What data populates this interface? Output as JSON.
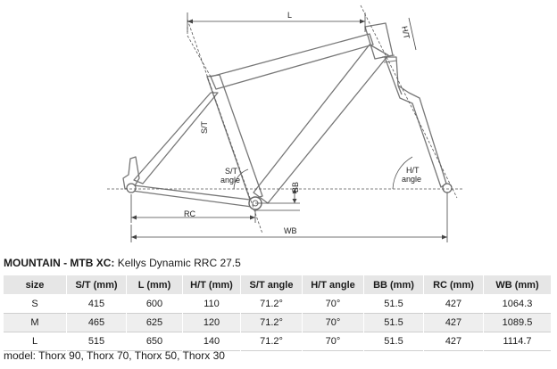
{
  "diagram": {
    "labels": {
      "L": "L",
      "HT": "H/T",
      "ST": "S/T",
      "ST_angle_1": "S/T",
      "ST_angle_2": "angle",
      "HT_angle_1": "H/T",
      "HT_angle_2": "angle",
      "BB": "BB",
      "RC": "RC",
      "WB": "WB"
    }
  },
  "title": {
    "bold": "MOUNTAIN - MTB XC:",
    "rest": " Kellys Dynamic RRC 27.5"
  },
  "table": {
    "headers": [
      "size",
      "S/T (mm)",
      "L (mm)",
      "H/T (mm)",
      "S/T angle",
      "H/T angle",
      "BB (mm)",
      "RC (mm)",
      "WB (mm)"
    ],
    "rows": [
      [
        "S",
        "415",
        "600",
        "110",
        "71.2°",
        "70°",
        "51.5",
        "427",
        "1064.3"
      ],
      [
        "M",
        "465",
        "625",
        "120",
        "71.2°",
        "70°",
        "51.5",
        "427",
        "1089.5"
      ],
      [
        "L",
        "515",
        "650",
        "140",
        "71.2°",
        "70°",
        "51.5",
        "427",
        "1114.7"
      ]
    ]
  },
  "footer": {
    "model": "model: Thorx 90, Thorx 70, Thorx 50, Thorx 30"
  }
}
